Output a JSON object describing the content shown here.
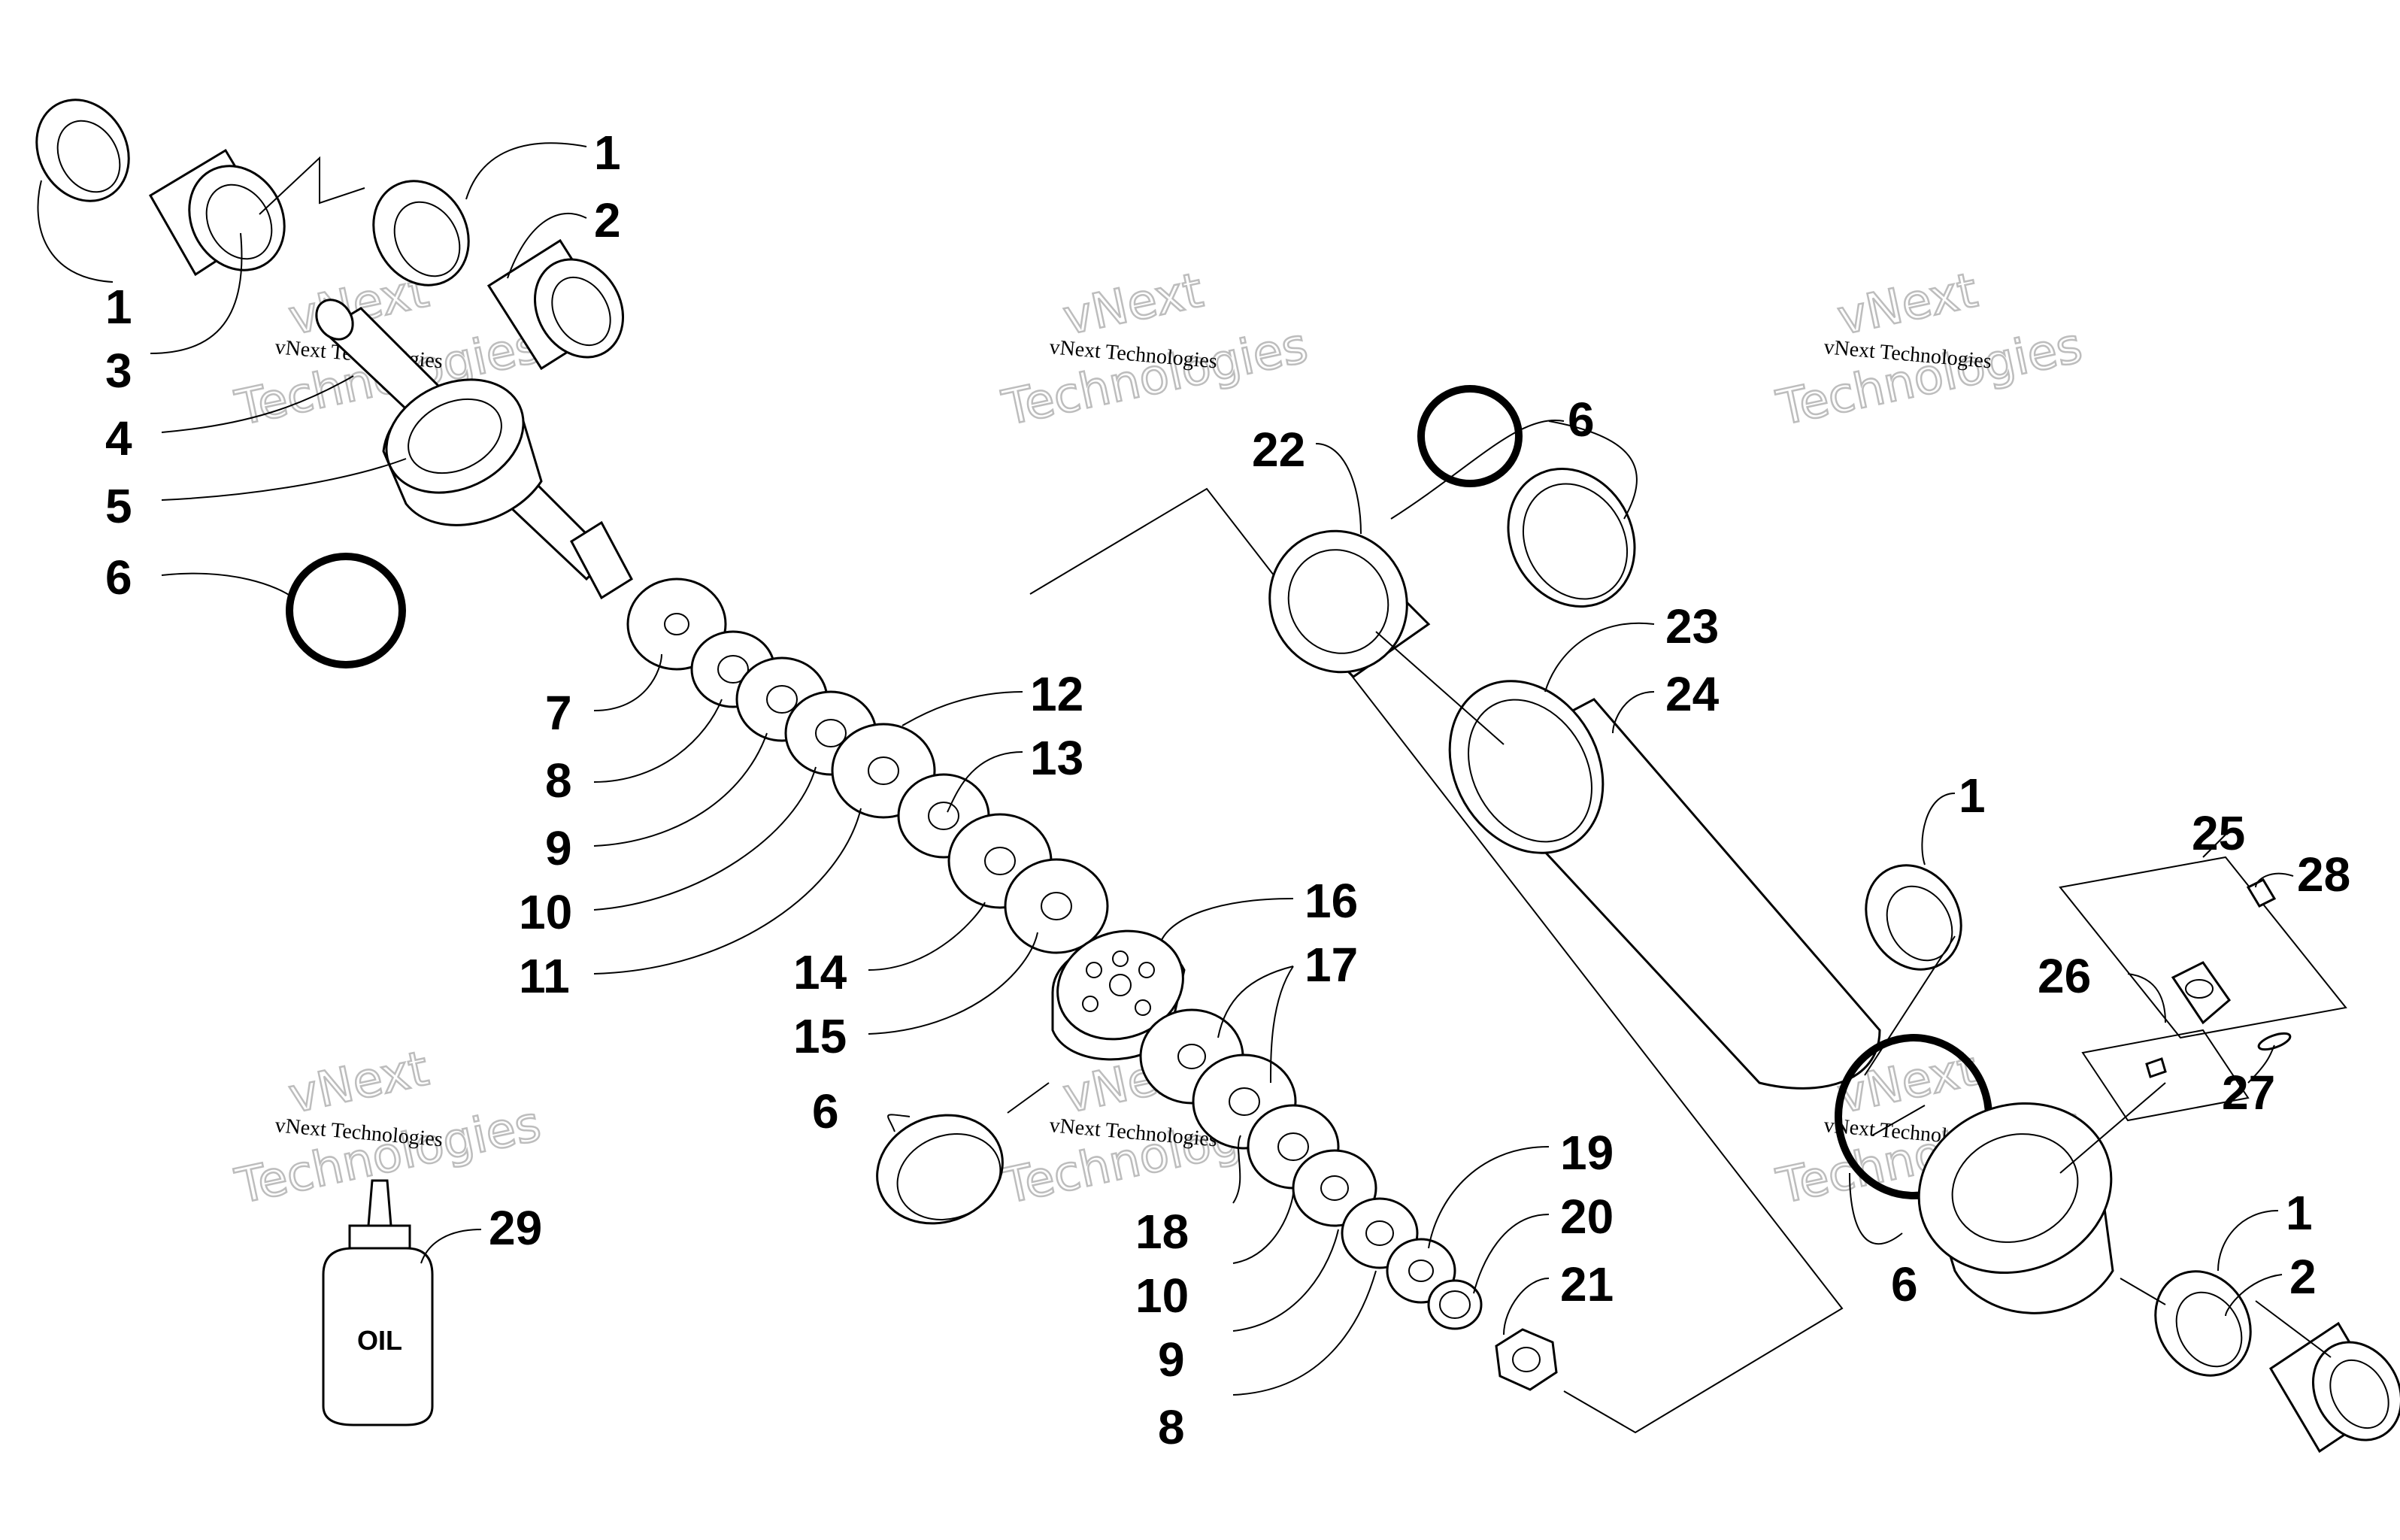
{
  "watermark": {
    "small_text": "vNext Technologies",
    "big_line1": "vNext",
    "big_line2": "Technologies"
  },
  "oil_bottle": {
    "label": "OIL"
  },
  "callouts": {
    "c1a": "1",
    "c1b": "1",
    "c1c": "1",
    "c1d": "1",
    "c2a": "2",
    "c2b": "2",
    "c3": "3",
    "c4": "4",
    "c5": "5",
    "c6a": "6",
    "c6b": "6",
    "c6c": "6",
    "c6d": "6",
    "c7": "7",
    "c8a": "8",
    "c8b": "8",
    "c9a": "9",
    "c9b": "9",
    "c10a": "10",
    "c10b": "10",
    "c11": "11",
    "c12": "12",
    "c13": "13",
    "c14": "14",
    "c15": "15",
    "c16": "16",
    "c17": "17",
    "c18": "18",
    "c19": "19",
    "c20": "20",
    "c21": "21",
    "c22": "22",
    "c23": "23",
    "c24": "24",
    "c25": "25",
    "c26": "26",
    "c27": "27",
    "c28": "28",
    "c29": "29"
  }
}
